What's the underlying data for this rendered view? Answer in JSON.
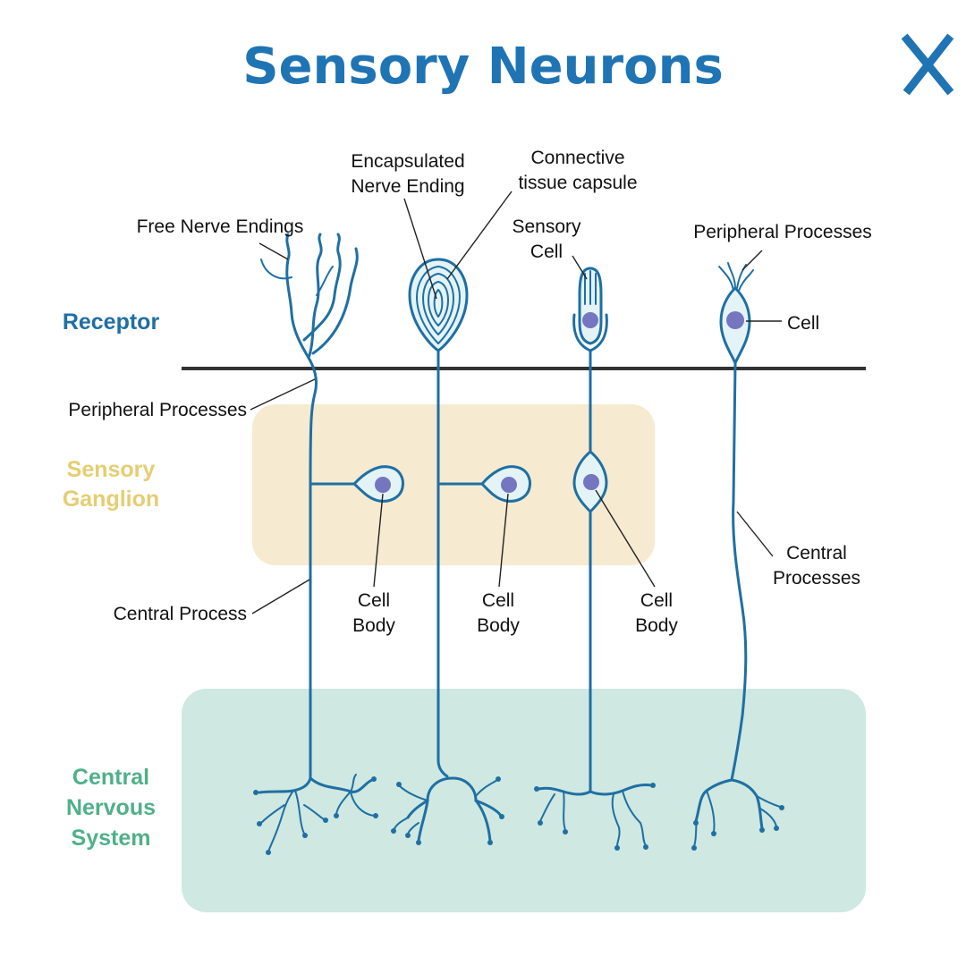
{
  "title": "Sensory Neurons",
  "regions": {
    "receptor": "Receptor",
    "ganglion": [
      "Sensory",
      "Ganglion"
    ],
    "cns": [
      "Central",
      "Nervous",
      "System"
    ]
  },
  "labels": {
    "free_nerve_endings": "Free Nerve Endings",
    "encapsulated": [
      "Encapsulated",
      "Nerve Ending"
    ],
    "connective": [
      "Connective",
      "tissue capsule"
    ],
    "sensory_cell": [
      "Sensory",
      "Cell"
    ],
    "peripheral_processes_top": "Peripheral Processes",
    "cell": "Cell",
    "peripheral_processes_left": "Peripheral Processes",
    "central_process": "Central Process",
    "cell_body": [
      "Cell",
      "Body"
    ],
    "central_processes": [
      "Central",
      "Processes"
    ]
  },
  "colors": {
    "title": "#1f74b4",
    "nerve": "#1f6fa3",
    "nucleus": "#7476bf",
    "ganglion_bg": "#f6ead0",
    "cns_bg": "#cfe8e1",
    "receptor_text": "#1f6fa3",
    "ganglion_text": "#e5cd72",
    "cns_text": "#4fb089"
  },
  "logo": "X-logo-icon"
}
